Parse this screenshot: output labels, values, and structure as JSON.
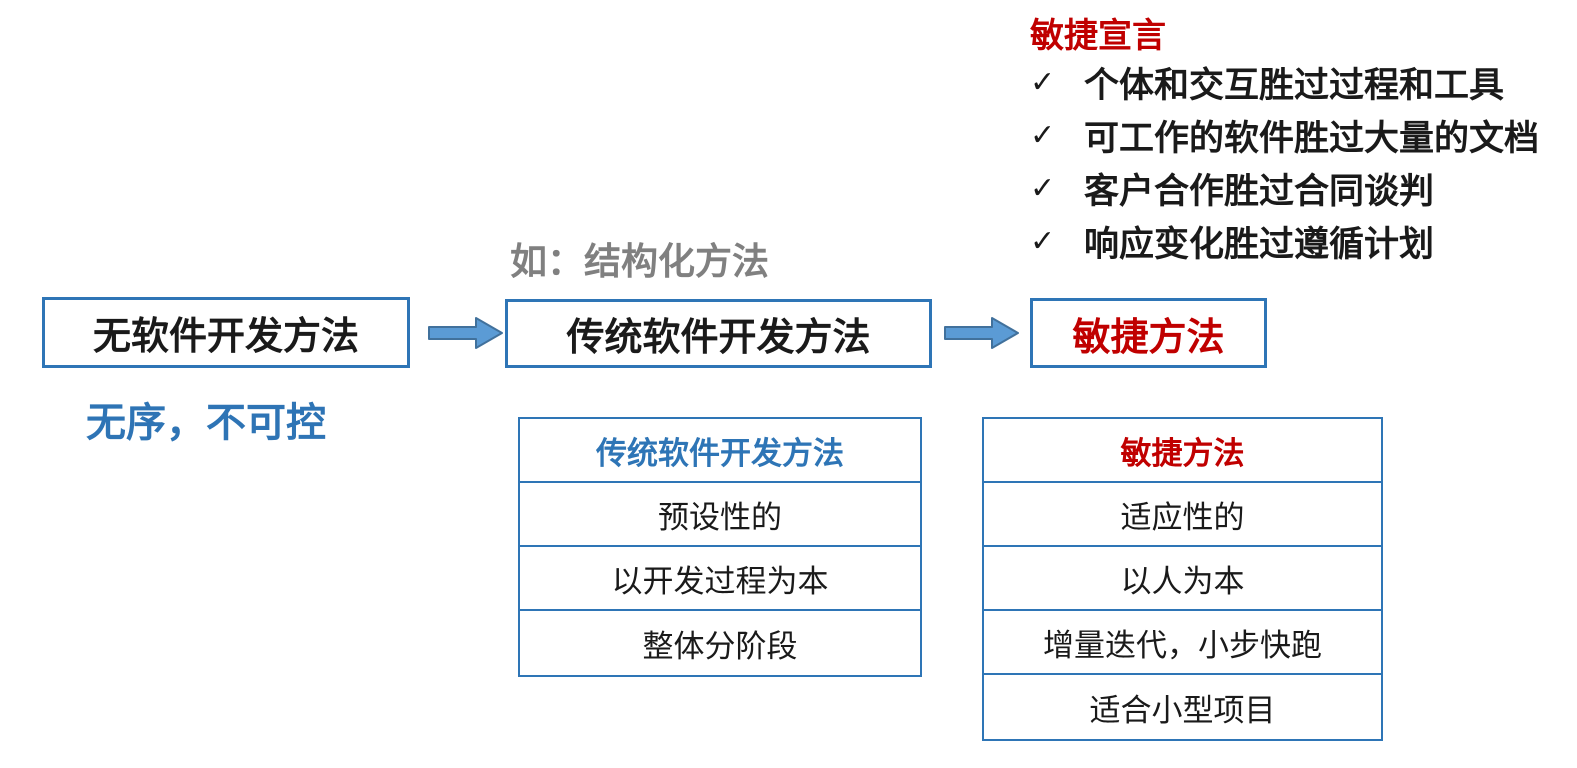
{
  "colors": {
    "accent_blue_border": "#2E75B6",
    "accent_blue_text": "#2E74B5",
    "accent_red": "#C00000",
    "gray_note": "#808080",
    "arrow_fill": "#5B9BD5",
    "arrow_stroke": "#41719C",
    "text_black": "#1a1a1a",
    "background": "#ffffff"
  },
  "manifesto": {
    "title": "敏捷宣言",
    "check_icon": "✓",
    "items": [
      "个体和交互胜过过程和工具",
      "可工作的软件胜过大量的文档",
      "客户合作胜过合同谈判",
      "响应变化胜过遵循计划"
    ]
  },
  "notes": {
    "gray_note": "如：结构化方法",
    "blue_note": "无序，不可控"
  },
  "flow": {
    "boxes": [
      {
        "label": "无软件开发方法"
      },
      {
        "label": "传统软件开发方法"
      },
      {
        "label": "敏捷方法"
      }
    ]
  },
  "tables": [
    {
      "header": "传统软件开发方法",
      "rows": [
        "预设性的",
        "以开发过程为本",
        "整体分阶段"
      ]
    },
    {
      "header": "敏捷方法",
      "rows": [
        "适应性的",
        "以人为本",
        "增量迭代，小步快跑",
        "适合小型项目"
      ]
    }
  ]
}
